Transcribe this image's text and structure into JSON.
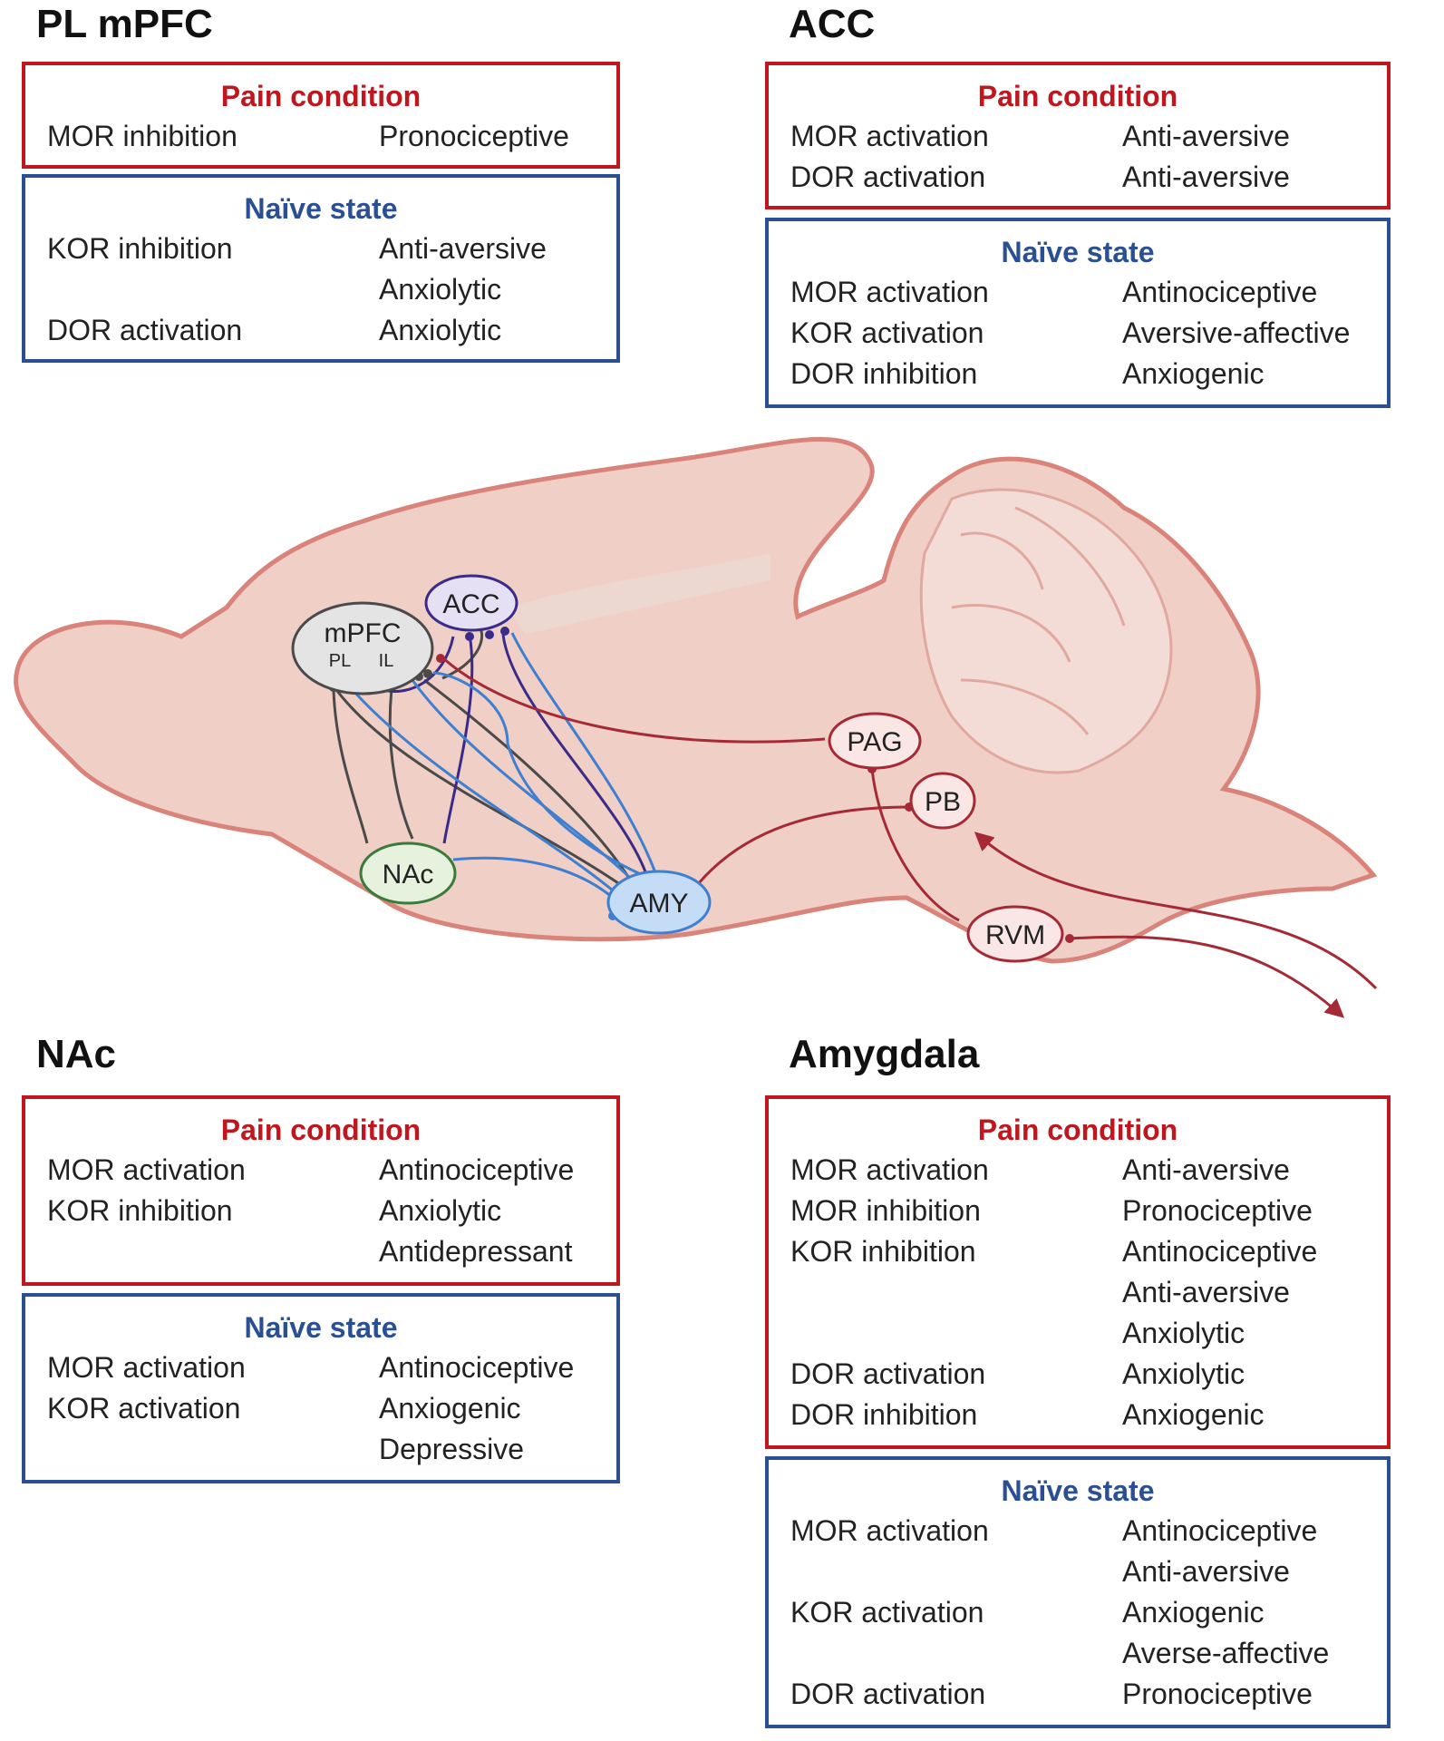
{
  "colors": {
    "pain": "#c0161d",
    "naive": "#2b4f93",
    "brain_fill": "#f0cfc6",
    "brain_outline": "#d9837a"
  },
  "panels": {
    "plmpfc": {
      "title": "PL mPFC",
      "pain": {
        "heading": "Pain condition",
        "rows": [
          {
            "receptor": "MOR inhibition",
            "effect": "Pronociceptive"
          }
        ]
      },
      "naive": {
        "heading": "Naïve state",
        "rows": [
          {
            "receptor": "KOR inhibition",
            "effect": "Anti-aversive"
          },
          {
            "receptor": "",
            "effect": "Anxiolytic"
          },
          {
            "receptor": "DOR activation",
            "effect": "Anxiolytic"
          }
        ]
      }
    },
    "acc": {
      "title": "ACC",
      "pain": {
        "heading": "Pain condition",
        "rows": [
          {
            "receptor": "MOR activation",
            "effect": "Anti-aversive"
          },
          {
            "receptor": "DOR activation",
            "effect": "Anti-aversive"
          }
        ]
      },
      "naive": {
        "heading": "Naïve state",
        "rows": [
          {
            "receptor": "MOR activation",
            "effect": "Antinociceptive"
          },
          {
            "receptor": "KOR activation",
            "effect": "Aversive-affective"
          },
          {
            "receptor": "DOR inhibition",
            "effect": "Anxiogenic"
          }
        ]
      }
    },
    "nac": {
      "title": "NAc",
      "pain": {
        "heading": "Pain condition",
        "rows": [
          {
            "receptor": "MOR activation",
            "effect": "Antinociceptive"
          },
          {
            "receptor": "KOR inhibition",
            "effect": "Anxiolytic"
          },
          {
            "receptor": "",
            "effect": "Antidepressant"
          }
        ]
      },
      "naive": {
        "heading": "Naïve state",
        "rows": [
          {
            "receptor": "MOR activation",
            "effect": "Antinociceptive"
          },
          {
            "receptor": "KOR activation",
            "effect": "Anxiogenic"
          },
          {
            "receptor": "",
            "effect": "Depressive"
          }
        ]
      }
    },
    "amygdala": {
      "title": "Amygdala",
      "pain": {
        "heading": "Pain condition",
        "rows": [
          {
            "receptor": "MOR activation",
            "effect": "Anti-aversive"
          },
          {
            "receptor": "MOR inhibition",
            "effect": "Pronociceptive"
          },
          {
            "receptor": "KOR inhibition",
            "effect": "Antinociceptive"
          },
          {
            "receptor": "",
            "effect": "Anti-aversive"
          },
          {
            "receptor": "",
            "effect": "Anxiolytic"
          },
          {
            "receptor": "DOR activation",
            "effect": "Anxiolytic"
          },
          {
            "receptor": "DOR inhibition",
            "effect": "Anxiogenic"
          }
        ]
      },
      "naive": {
        "heading": "Naïve state",
        "rows": [
          {
            "receptor": "MOR activation",
            "effect": "Antinociceptive"
          },
          {
            "receptor": "",
            "effect": "Anti-aversive"
          },
          {
            "receptor": "KOR activation",
            "effect": "Anxiogenic"
          },
          {
            "receptor": "",
            "effect": "Averse-affective"
          },
          {
            "receptor": "DOR activation",
            "effect": "Pronociceptive"
          }
        ]
      }
    }
  },
  "brain": {
    "nodes": {
      "mpfc": "mPFC",
      "pl": "PL",
      "il": "IL",
      "acc": "ACC",
      "nac": "NAc",
      "amy": "AMY",
      "pag": "PAG",
      "pb": "PB",
      "rvm": "RVM"
    }
  }
}
